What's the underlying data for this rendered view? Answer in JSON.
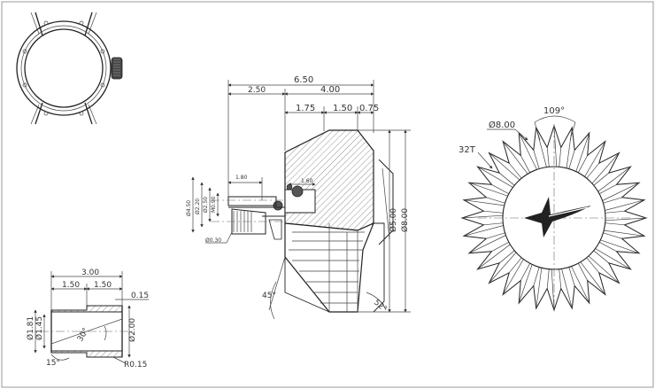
{
  "colors": {
    "ink": "#222222",
    "hatch": "#777777",
    "frame": "#999999",
    "paper": "#ffffff"
  },
  "watch_view": {
    "icon": "watch-case-icon"
  },
  "crown_side": {
    "dims": {
      "overall_length": "6.50",
      "left_length": "2.50",
      "right_length": "4.00",
      "seg_a": "1.75",
      "seg_b": "1.50",
      "seg_c": "0.75",
      "stem_len": "1.80",
      "small_len": "1.60",
      "dia_a": "Ø4.50",
      "dia_b": "Ø2.20",
      "dia_c": "Ø2.50",
      "thread": "M0.90",
      "dia_head": "Ø5.00",
      "dia_outer": "Ø8.00",
      "stem_note": "Ø0.30",
      "angle_left": "45°",
      "angle_right": "52°"
    }
  },
  "crown_front": {
    "teeth_label": "32T",
    "outer_dia": "Ø8.00",
    "angle": "109°",
    "teeth": 32,
    "logo_icon": "star-swoosh-logo-icon"
  },
  "tube": {
    "dims": {
      "total": "3.00",
      "left": "1.50",
      "right": "1.50",
      "step": "0.15",
      "dia_outer": "Ø1.81",
      "dia_inner": "Ø1.45",
      "dia_right": "Ø2.00",
      "angle_mid": "30°",
      "angle_left": "15°",
      "radius": "R0.15"
    }
  }
}
